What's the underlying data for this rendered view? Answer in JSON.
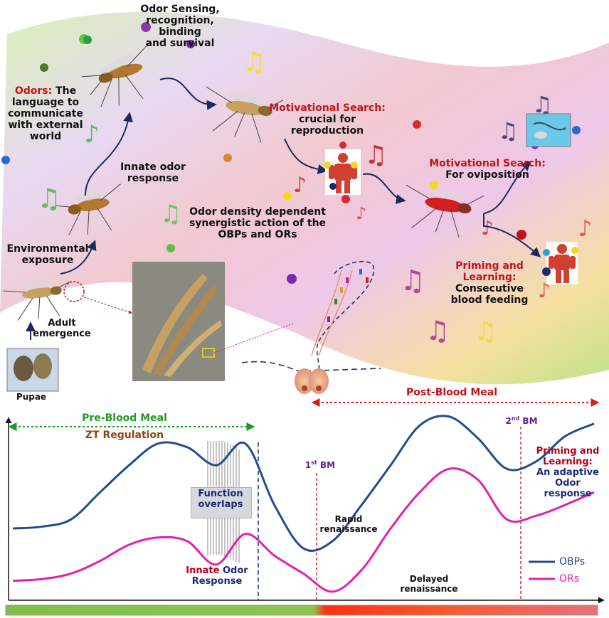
{
  "top": {
    "odor_sensing": [
      "Odor Sensing,",
      "recognition, binding",
      "and survival"
    ],
    "odors_title": "Odors:",
    "odors_text": [
      "The",
      "language to",
      "communicate",
      "with external",
      "world"
    ],
    "innate_odor": [
      "Innate odor",
      "response"
    ],
    "environmental": [
      "Environmental",
      "exposure"
    ],
    "adult_emergence": [
      "Adult",
      "emergence"
    ],
    "pupae": "Pupae",
    "motivational_search_1_title": "Motivational Search:",
    "motivational_search_1_text": [
      "crucial for",
      "reproduction"
    ],
    "odor_density": [
      "Odor density dependent",
      "synergistic action of the",
      "OBPs and ORs"
    ],
    "motivational_search_2_title": "Motivational Search:",
    "motivational_search_2_text": "For oviposition",
    "priming_title": [
      "Priming and",
      "Learning:"
    ],
    "priming_text": [
      "Consecutive",
      "blood feeding"
    ]
  },
  "bottom": {
    "post_blood_meal": "Post-Blood Meal",
    "pre_blood_meal": "Pre-Blood Meal",
    "zt_regulation": "ZT Regulation",
    "function_overlaps": [
      "Function",
      "overlaps"
    ],
    "first_bm": "1",
    "first_bm_sup": "st",
    "first_bm_suffix": " BM",
    "second_bm": "2",
    "second_bm_sup": "nd",
    "second_bm_suffix": " BM",
    "rapid": [
      "Rapid",
      "renaissance"
    ],
    "delayed": [
      "Delayed",
      "renaissance"
    ],
    "innate_word": "Innate",
    "odor_word": "Odor",
    "response_word": "Response",
    "priming_title": [
      "Priming and",
      "Learning:"
    ],
    "priming_text": [
      "An adaptive",
      "Odor",
      "response"
    ],
    "legend_obps": "OBPs",
    "legend_ors": "ORs"
  },
  "colors": {
    "obps": "#1f4e8c",
    "ors": "#e020b0",
    "pre_arrow": "#1a9a2a",
    "post_arrow": "#d81b1b",
    "bm_line": "#c0392b",
    "divider": "#1a2a7a"
  },
  "chart_data": {
    "type": "line",
    "title": "",
    "xlabel": "",
    "ylabel": "",
    "x": [
      0,
      5,
      10,
      15,
      20,
      25,
      30,
      35,
      40,
      45,
      50,
      55,
      60,
      65,
      70,
      75,
      80,
      85,
      90,
      95,
      100
    ],
    "series": [
      {
        "name": "OBPs",
        "values": [
          0.35,
          0.36,
          0.4,
          0.55,
          0.7,
          0.82,
          0.8,
          0.7,
          0.82,
          0.48,
          0.24,
          0.28,
          0.48,
          0.7,
          0.92,
          0.97,
          0.85,
          0.68,
          0.72,
          0.86,
          0.93
        ]
      },
      {
        "name": "ORs",
        "values": [
          0.06,
          0.07,
          0.1,
          0.17,
          0.26,
          0.3,
          0.28,
          0.15,
          0.32,
          0.2,
          0.1,
          0.0,
          0.12,
          0.35,
          0.55,
          0.68,
          0.62,
          0.4,
          0.42,
          0.48,
          0.55
        ]
      }
    ],
    "markers": [
      "1st BM",
      "2nd BM"
    ],
    "phases": [
      "Pre-Blood Meal",
      "Post-Blood Meal"
    ]
  }
}
